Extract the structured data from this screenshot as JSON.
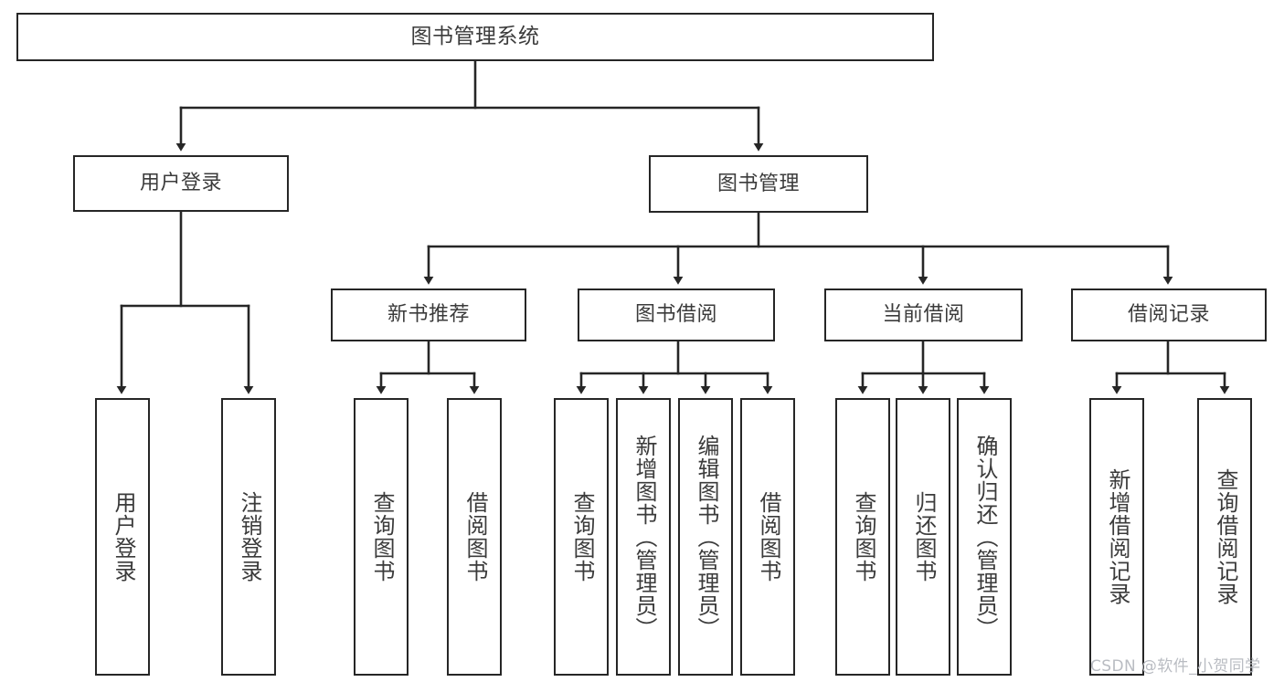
{
  "diagram": {
    "type": "tree-hierarchy",
    "title": "图书管理系统",
    "orientation": "top-down",
    "colors": {
      "background": "#ffffff",
      "box_border": "#262626",
      "box_fill": "#ffffff",
      "text": "#3b3b3b",
      "edge": "#262626",
      "watermark": "#b9bcc2"
    },
    "root": {
      "label": "图书管理系统"
    },
    "level2": [
      {
        "label": "用户登录"
      },
      {
        "label": "图书管理"
      }
    ],
    "level3": [
      {
        "label": "新书推荐"
      },
      {
        "label": "图书借阅"
      },
      {
        "label": "当前借阅"
      },
      {
        "label": "借阅记录"
      }
    ],
    "leaves": {
      "user_login": [
        {
          "label": "用户登录"
        },
        {
          "label": "注销登录"
        }
      ],
      "new_book_recommend": [
        {
          "label": "查询图书"
        },
        {
          "label": "借阅图书"
        }
      ],
      "book_borrow": [
        {
          "label": "查询图书"
        },
        {
          "label": "新增图书（管理员）"
        },
        {
          "label": "编辑图书（管理员）"
        },
        {
          "label": "借阅图书"
        }
      ],
      "current_borrow": [
        {
          "label": "查询图书"
        },
        {
          "label": "归还图书"
        },
        {
          "label": "确认归还（管理员）"
        }
      ],
      "borrow_records": [
        {
          "label": "新增借阅记录"
        },
        {
          "label": "查询借阅记录"
        }
      ]
    }
  },
  "watermark": {
    "text": "CSDN @软件_小贺同学"
  }
}
